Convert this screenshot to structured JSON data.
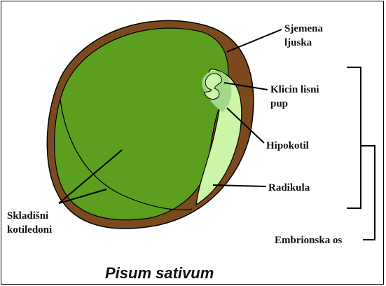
{
  "labels": {
    "seed_coat_1": "Sjemena",
    "seed_coat_2": "ljuska",
    "plumule_1": "Klicin lisni",
    "plumule_2": "pup",
    "hypocotyl": "Hipokotil",
    "radicle": "Radikula",
    "cotyledon_1": "Skladišni",
    "cotyledon_2": "kotiledoni",
    "embryo_axis": "Embrionska os"
  },
  "title": "Pisum sativum",
  "colors": {
    "seed_coat": "#7a4a1e",
    "cotyledon": "#5c9e1e",
    "embryo": "#ccf5a8",
    "plumule": "#a3d98a",
    "outline": "#000000"
  }
}
